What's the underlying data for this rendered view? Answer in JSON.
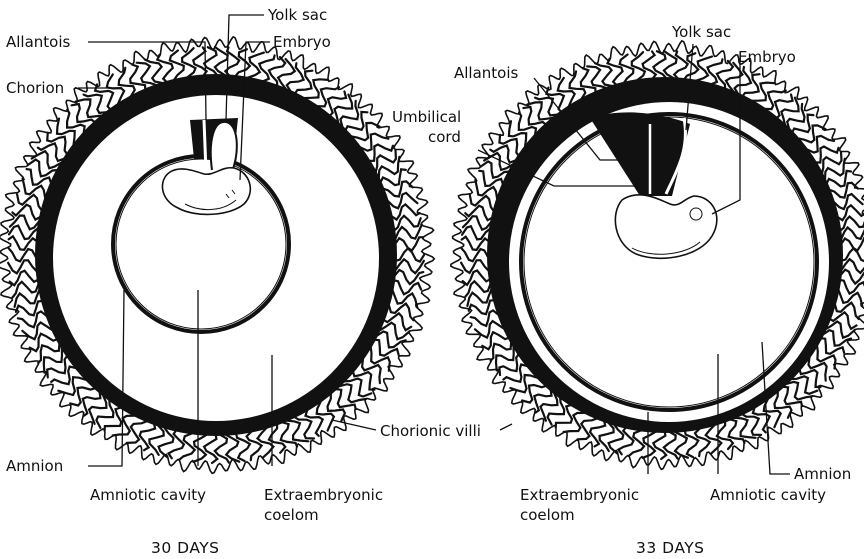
{
  "left_panel": {
    "caption": "30 DAYS",
    "labels": {
      "yolk_sac": "Yolk sac",
      "allantois": "Allantois",
      "embryo": "Embryo",
      "chorion": "Chorion",
      "chorionic_villi": "Chorionic villi",
      "amnion": "Amnion",
      "amniotic_cavity": "Amniotic cavity",
      "extraembryonic_coelom_line1": "Extraembryonic",
      "extraembryonic_coelom_line2": "coelom"
    }
  },
  "right_panel": {
    "caption": "33 DAYS",
    "labels": {
      "yolk_sac": "Yolk sac",
      "embryo": "Embryo",
      "allantois": "Allantois",
      "umbilical_cord_line1": "Umbilical",
      "umbilical_cord_line2": "cord",
      "amnion": "Amnion",
      "amniotic_cavity": "Amniotic cavity",
      "extraembryonic_coelom_line1": "Extraembryonic",
      "extraembryonic_coelom_line2": "coelom"
    }
  },
  "colors": {
    "ink": "#111111",
    "background": "#ffffff"
  }
}
